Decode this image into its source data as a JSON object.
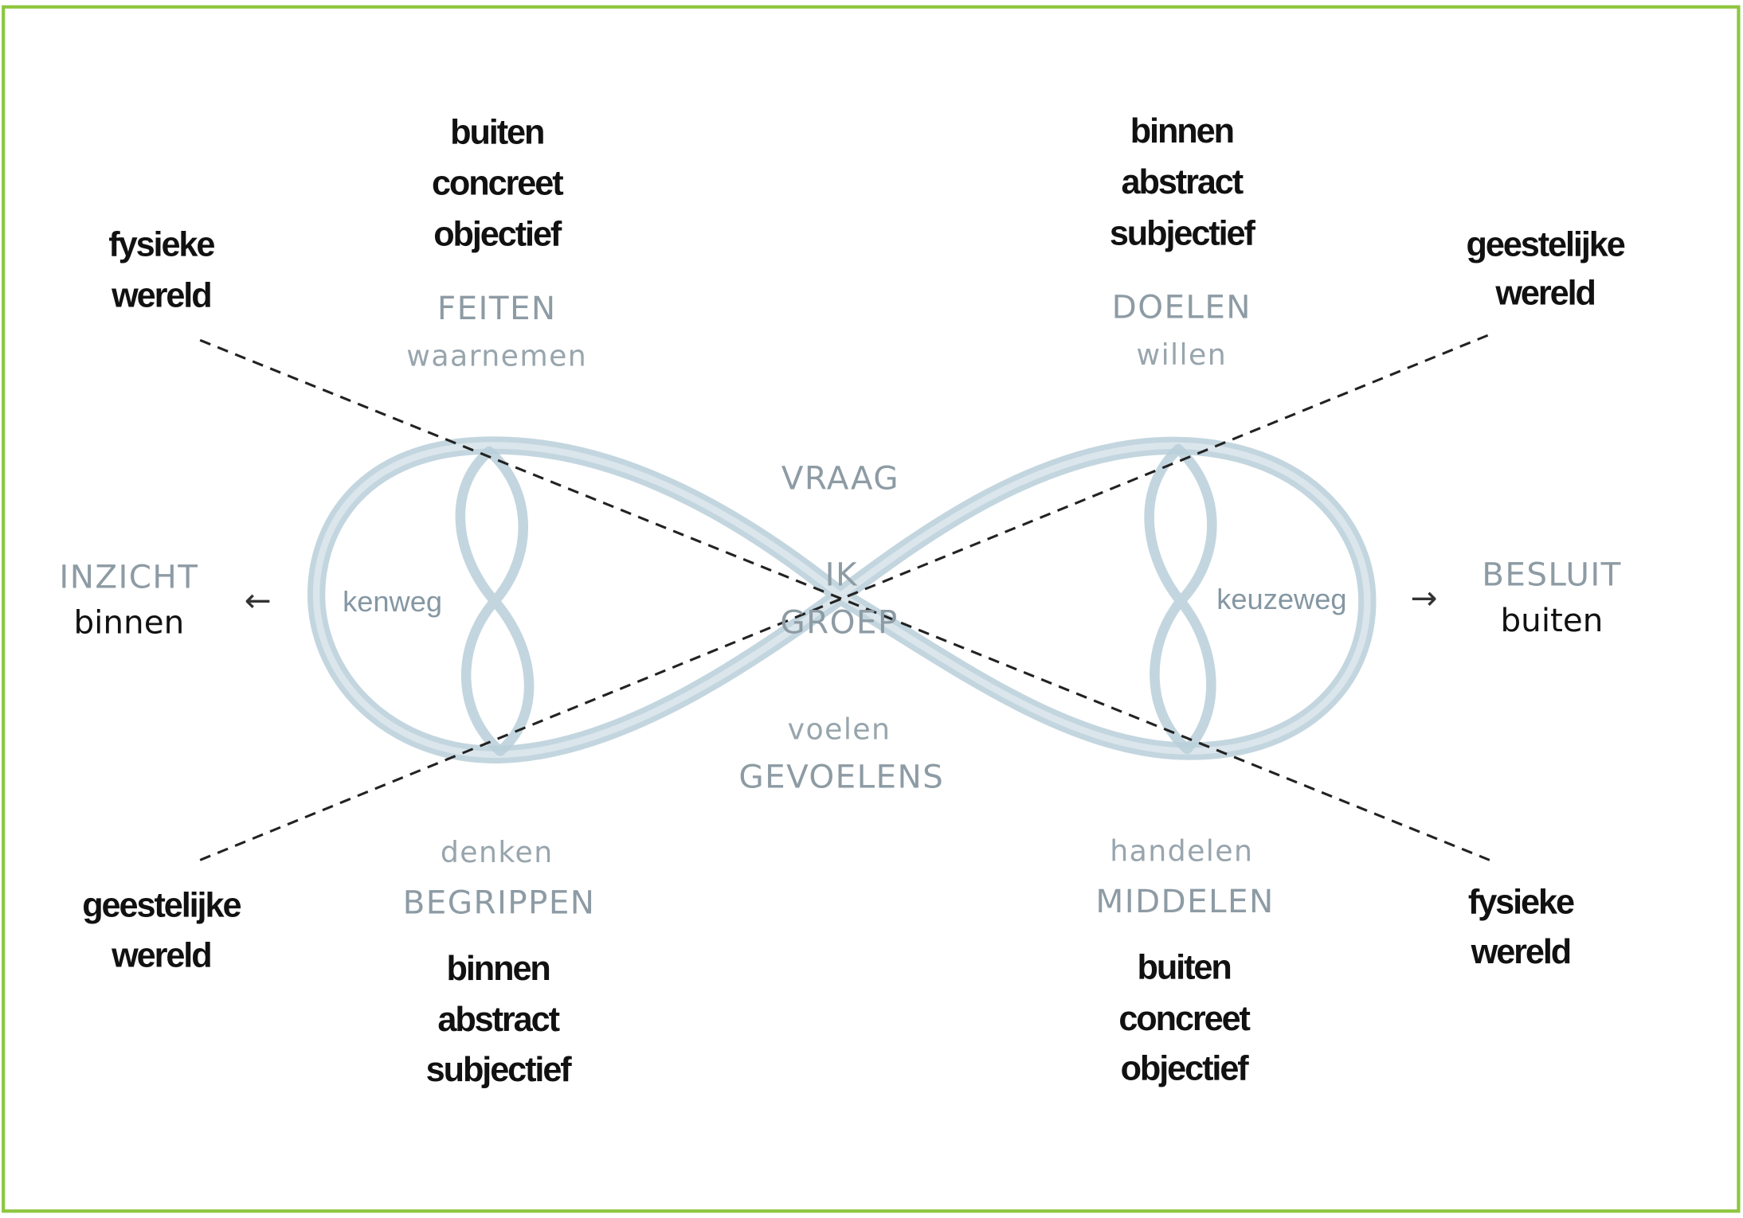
{
  "top_left": {
    "lines": [
      "buiten",
      "concreet",
      "objectief"
    ],
    "label": "FEITEN",
    "verb": "waarnemen"
  },
  "top_right": {
    "lines": [
      "binnen",
      "abstract",
      "subjectief"
    ],
    "label": "DOELEN",
    "verb": "willen"
  },
  "bottom_left": {
    "verb": "denken",
    "label": "BEGRIPPEN",
    "lines": [
      "binnen",
      "abstract",
      "subjectief"
    ]
  },
  "bottom_right": {
    "verb": "handelen",
    "label": "MIDDELEN",
    "lines": [
      "buiten",
      "concreet",
      "objectief"
    ]
  },
  "corners": {
    "top_left": [
      "fysieke",
      "wereld"
    ],
    "top_right": [
      "geestelijke",
      "wereld"
    ],
    "bottom_left": [
      "geestelijke",
      "wereld"
    ],
    "bottom_right": [
      "fysieke",
      "wereld"
    ]
  },
  "center": {
    "top": "VRAAG",
    "ik": "IK",
    "groep": "GROEP",
    "verb": "voelen",
    "bottom": "GEVOELENS"
  },
  "left": {
    "label": "INZICHT",
    "sub": "binnen",
    "arrow": "←",
    "loop": "kenweg"
  },
  "right": {
    "label": "BESLUIT",
    "sub": "buiten",
    "arrow": "→",
    "loop": "keuzeweg"
  },
  "colors": {
    "border": "#8dc63f",
    "ribbon": "#b9cfd9",
    "label": "#8d9ba4"
  }
}
